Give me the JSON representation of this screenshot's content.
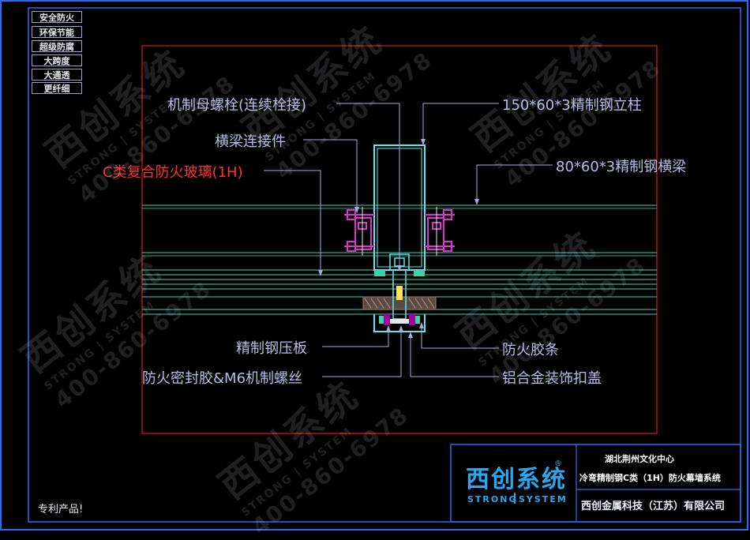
{
  "badges": [
    "安全防火",
    "环保节能",
    "超级防腐",
    "大跨度",
    "大通透",
    "更纤细"
  ],
  "labels": {
    "nut_bolt": "机制母螺栓(连续栓接)",
    "beam_connector": "横梁连接件",
    "glass": "C类复合防火玻璃(1H)",
    "column": "150*60*3精制钢立柱",
    "beam": "80*60*3精制钢横梁",
    "pressure_plate": "精制钢压板",
    "fire_strip": "防火胶条",
    "sealant_screw": "防火密封胶&M6机制螺丝",
    "cover_cap": "铝合金装饰扣盖"
  },
  "footer_note": "专利产品!",
  "title_block": {
    "project": "湖北荆州文化中心",
    "system": "冷弯精制钢C类（1H）防火幕墙系统",
    "company": "西创金属科技（江苏）有限公司",
    "logo_cn": "西创系统",
    "logo_en_left": "STRONG",
    "logo_en_right": "SYSTEM",
    "logo_mark": "®"
  },
  "watermark": {
    "cn": "西创系统",
    "en": "STRONG | SYSTEM",
    "phone": "400-860-6978"
  },
  "colors": {
    "border": "#2a6cf0",
    "drawing_frame": "#e01818",
    "steel": "#59e8f0",
    "leader": "#a8acd8",
    "bracket": "#e030d0",
    "glass_lines": "#3fd0b0"
  }
}
